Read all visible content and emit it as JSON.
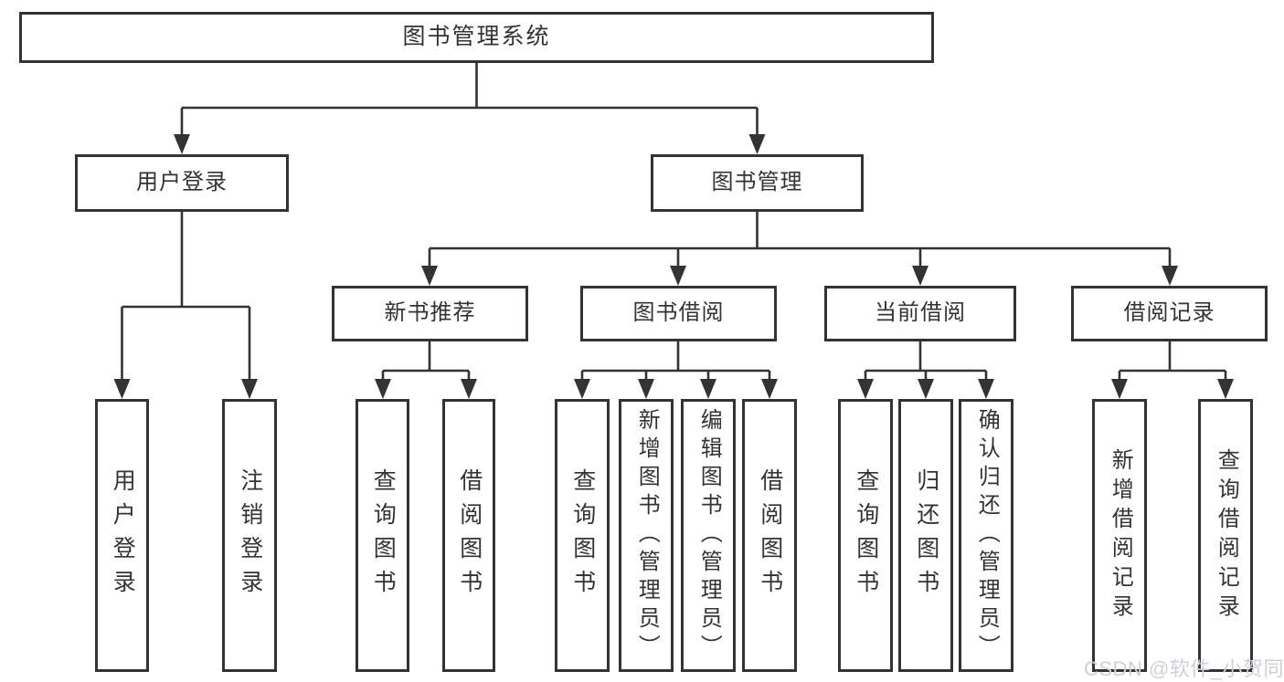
{
  "diagram": {
    "nodes": {
      "root": "图书管理系统",
      "user_login": "用户登录",
      "book_mgmt": "图书管理",
      "new_books": "新书推荐",
      "book_borrow": "图书借阅",
      "current_borrow": "当前借阅",
      "borrow_records": "借阅记录",
      "ul_login": "用户登录",
      "ul_logout": "注销登录",
      "nb_query": "查询图书",
      "nb_borrow": "借阅图书",
      "bb_query": "查询图书",
      "bb_add": "新增图书（管理员）",
      "bb_edit": "编辑图书（管理员）",
      "bb_borrow": "借阅图书",
      "cb_query": "查询图书",
      "cb_return": "归还图书",
      "cb_confirm": "确认归还（管理员）",
      "br_add": "新增借阅记录",
      "br_query": "查询借阅记录"
    },
    "watermark": "CSDN @软件_小贺同学",
    "colors": {
      "line": "#333333",
      "text": "#333333",
      "box_background": "#ffffff",
      "watermark": "#cdd1d7"
    }
  }
}
